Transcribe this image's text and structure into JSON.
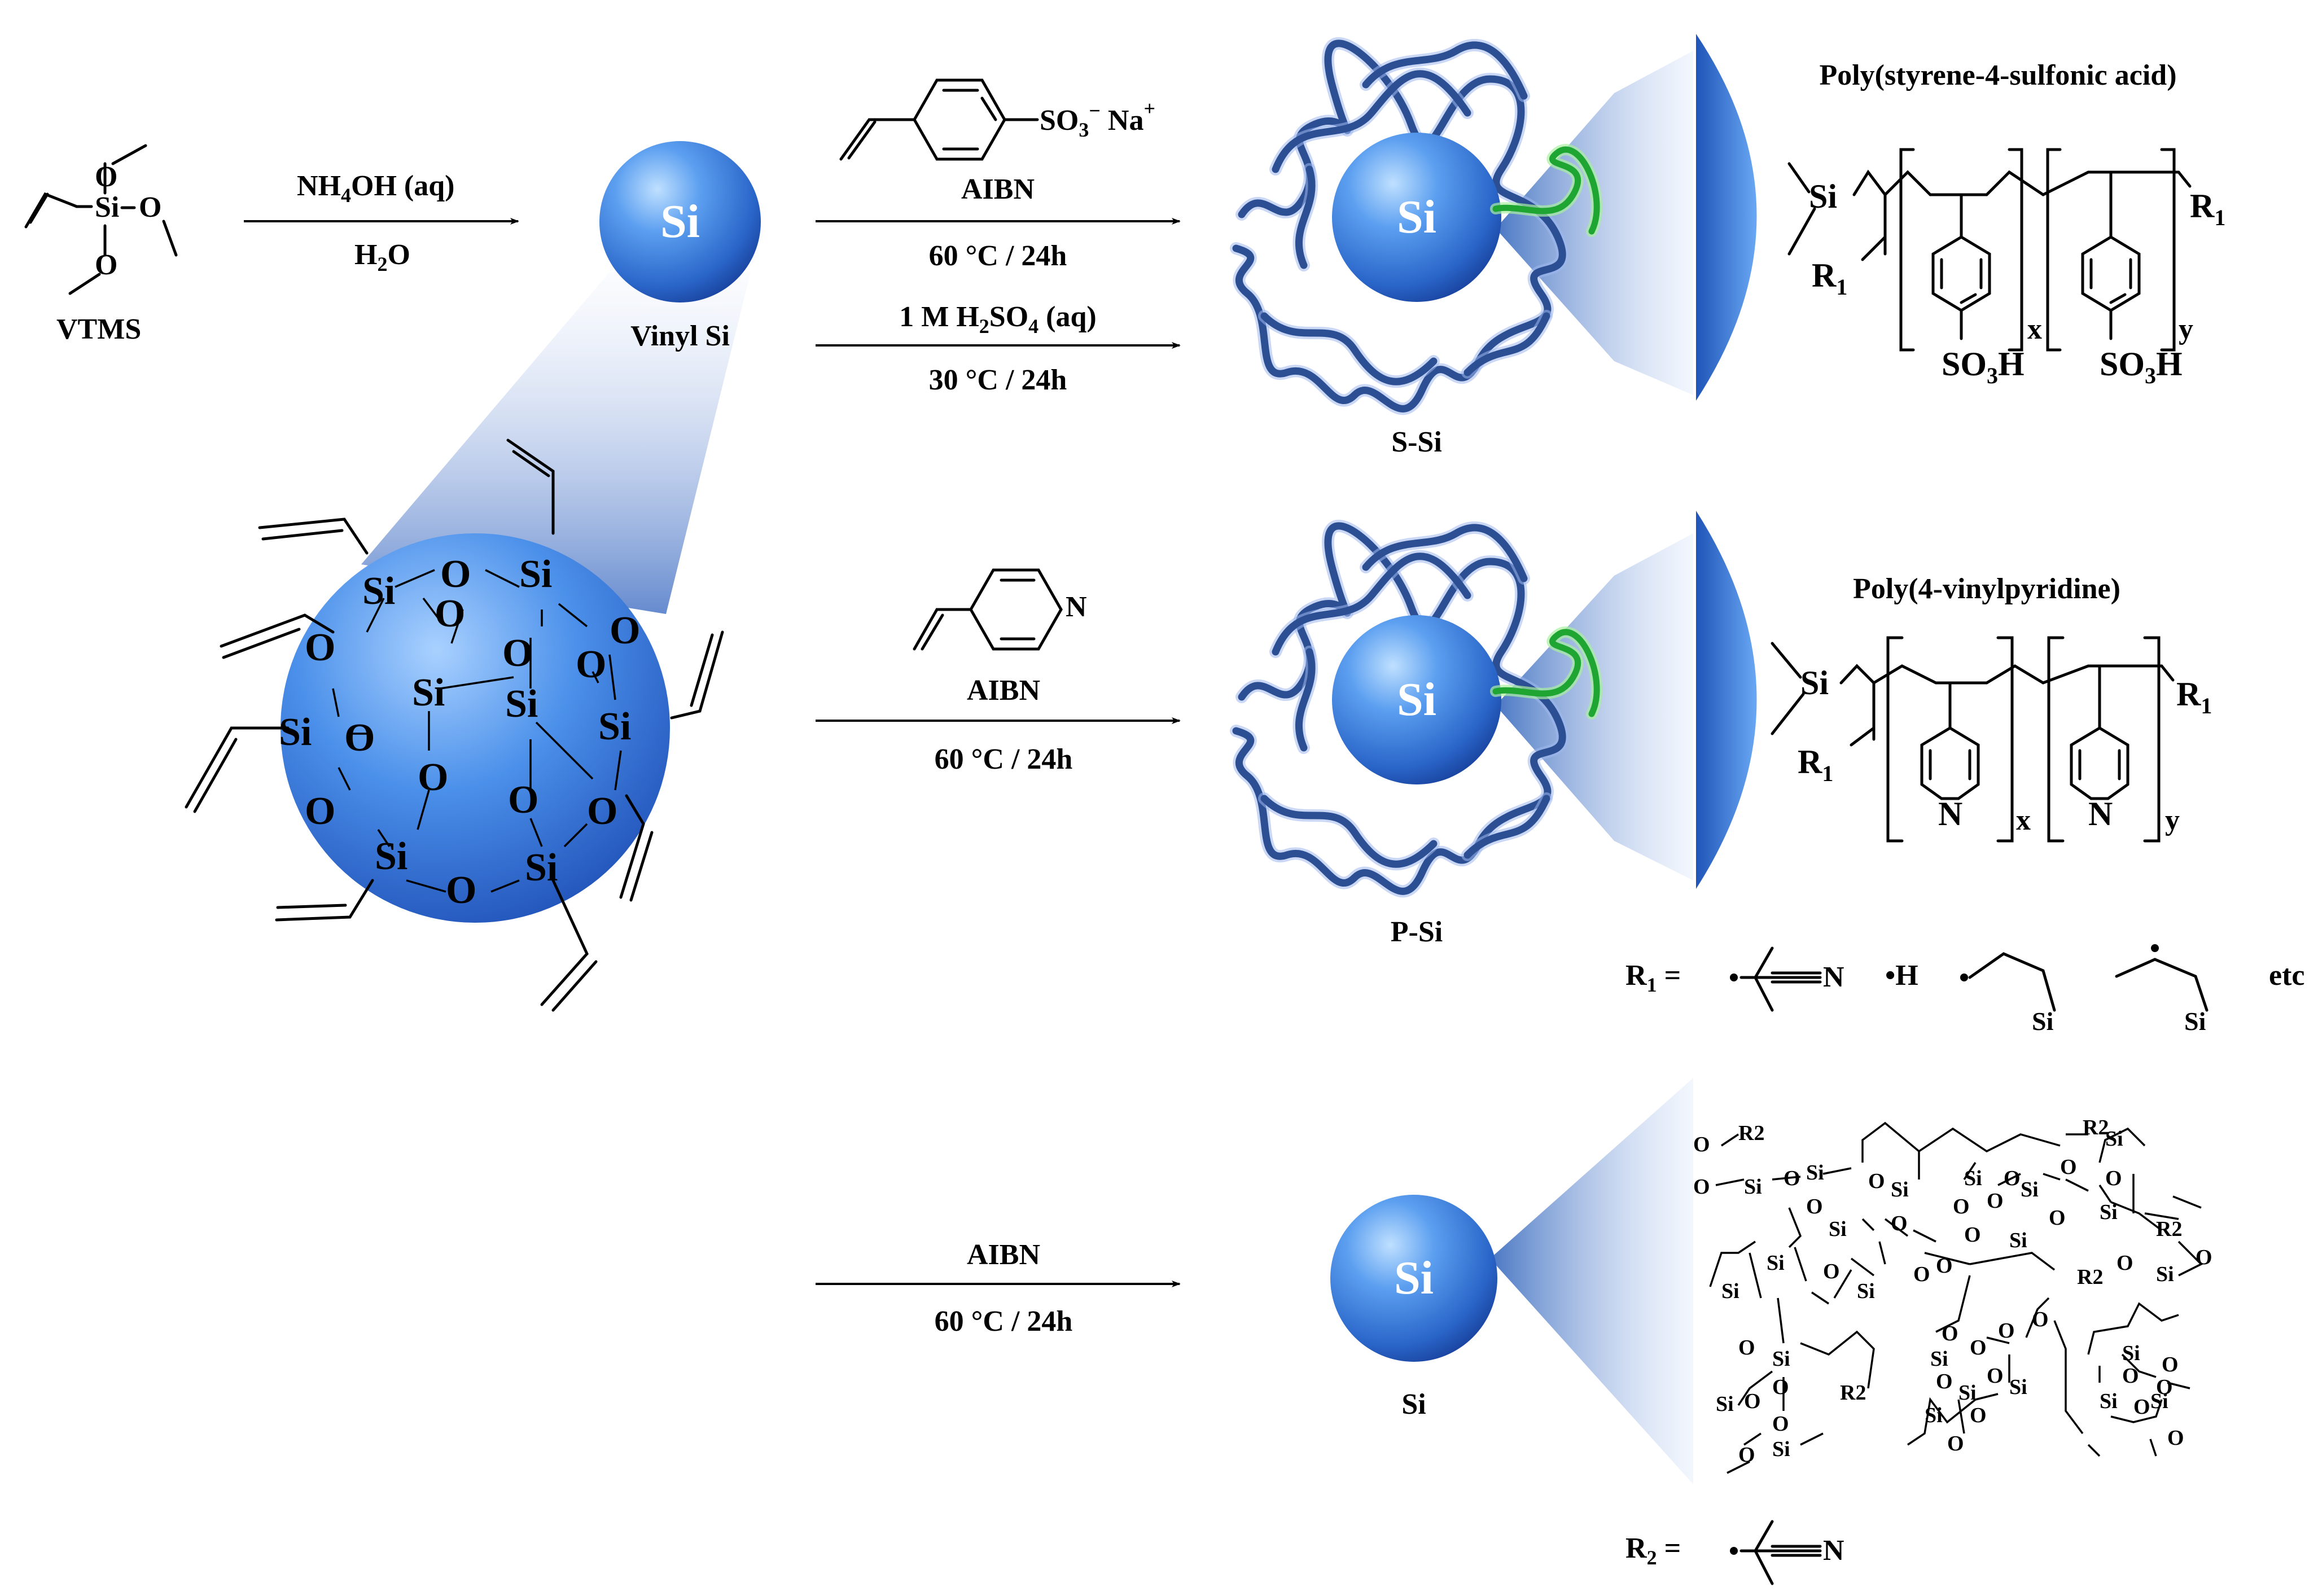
{
  "vtms": {
    "name": "VTMS",
    "si": "Si",
    "o": "O"
  },
  "step1": {
    "reagent": "NH4OH (aq)",
    "solvent": "H2O"
  },
  "vinyl_si": {
    "sphere_label": "Si",
    "name": "Vinyl Si"
  },
  "cage": {
    "si": "Si",
    "o": "O"
  },
  "route_s": {
    "monomer_suffix": "SO3- Na+",
    "initiator": "AIBN",
    "condition1": "60 °C / 24h",
    "acid": "1 M H2SO4 (aq)",
    "condition2": "30 °C / 24h",
    "product": "S-Si",
    "sphere_label": "Si",
    "polymer_title": "Poly(styrene-4-sulfonic acid)",
    "group": "SO3H",
    "r1": "R1",
    "x": "x",
    "y": "y"
  },
  "route_p": {
    "ring_n": "N",
    "initiator": "AIBN",
    "condition": "60 °C / 24h",
    "product": "P-Si",
    "sphere_label": "Si",
    "polymer_title": "Poly(4-vinylpyridine)",
    "r1": "R1",
    "x": "x",
    "y": "y"
  },
  "r1_def": {
    "label": "R1 =",
    "h": "•H",
    "si": "Si",
    "n": "N",
    "etc": "etc"
  },
  "route_si": {
    "initiator": "AIBN",
    "condition": "60 °C / 24h",
    "product": "Si",
    "sphere_label": "Si"
  },
  "r2_def": {
    "label": "R2 =",
    "n": "N"
  },
  "network": {
    "si": "Si",
    "o": "O",
    "r2": "R2"
  },
  "colors": {
    "sphere_light": "#8fc2ff",
    "sphere_mid": "#3f86e6",
    "sphere_dark": "#1d4fae",
    "chain": "#2c4f94",
    "spacer": "#1fa531",
    "cone": "#a8c4ee"
  }
}
